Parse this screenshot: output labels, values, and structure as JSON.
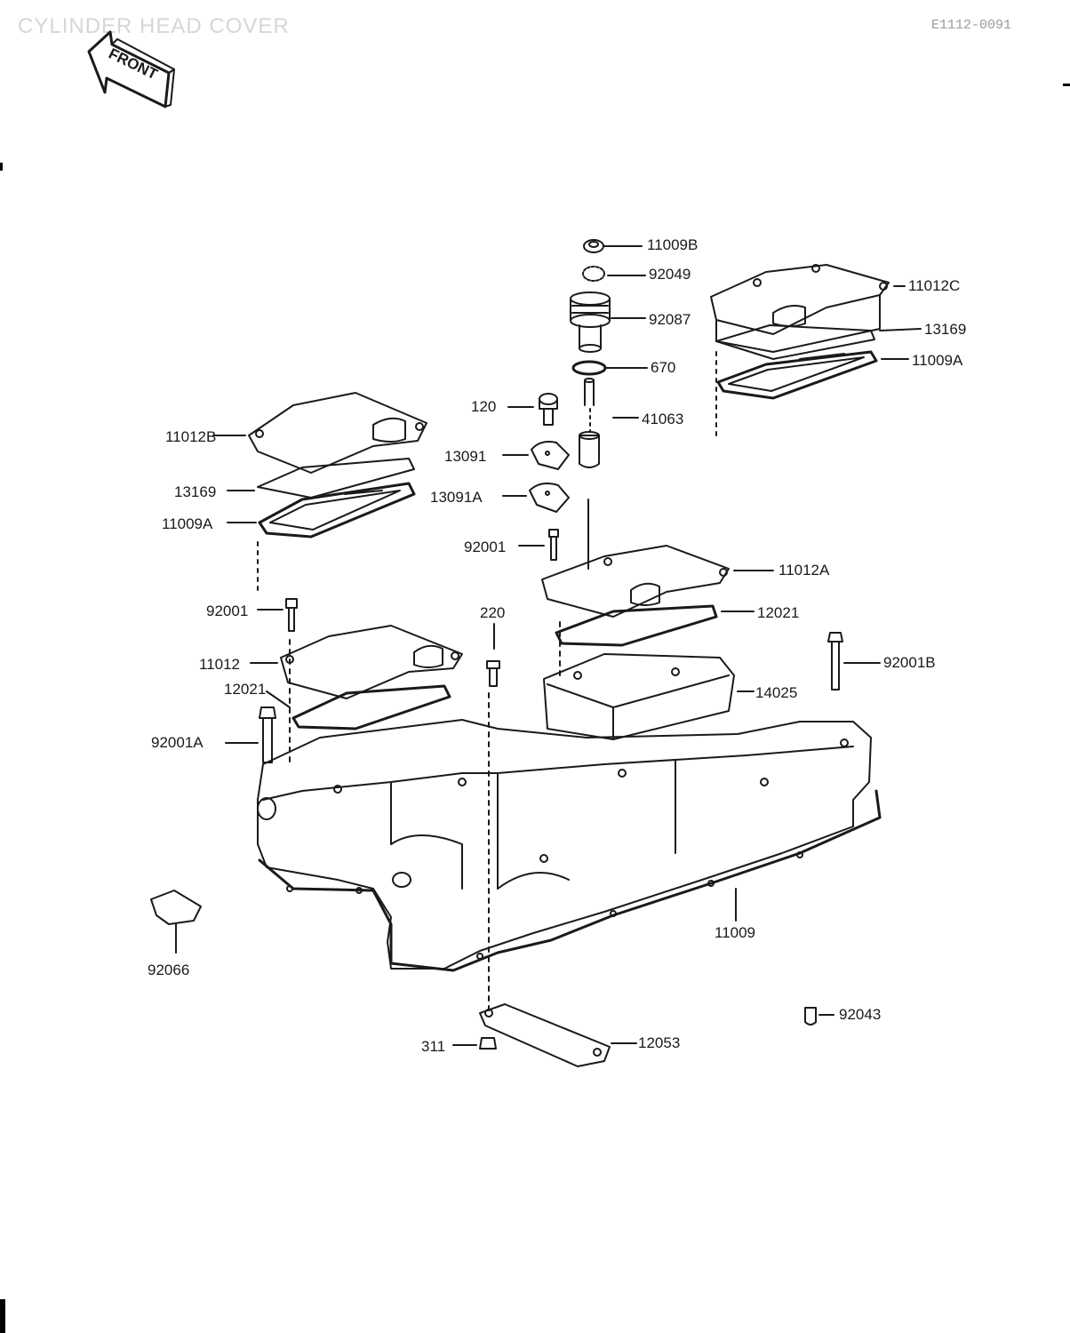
{
  "title": "CYLINDER HEAD COVER",
  "ref_code": "E1112-0091",
  "front_badge": {
    "label": "FRONT",
    "icon": "front-arrow-icon"
  },
  "colors": {
    "ink": "#1a1a1a",
    "faint": "#d6d6d6",
    "background": "#ffffff"
  },
  "parts": {
    "p11009B": "11009B",
    "p92049": "92049",
    "p11012C": "11012C",
    "p92087": "92087",
    "p13169_right": "13169",
    "p670": "670",
    "p11009A_right": "11009A",
    "p120": "120",
    "p41063": "41063",
    "p11012B": "11012B",
    "p13091": "13091",
    "p13169_left": "13169",
    "p13091A": "13091A",
    "p11009A_left": "11009A",
    "p92001_mid": "92001",
    "p11012A": "11012A",
    "p92001_left": "92001",
    "p220": "220",
    "p12021_right": "12021",
    "p92001B": "92001B",
    "p11012": "11012",
    "p12021_left": "12021",
    "p14025": "14025",
    "p92001A": "92001A",
    "p11009": "11009",
    "p92066": "92066",
    "p92043": "92043",
    "p311": "311",
    "p12053": "12053"
  }
}
